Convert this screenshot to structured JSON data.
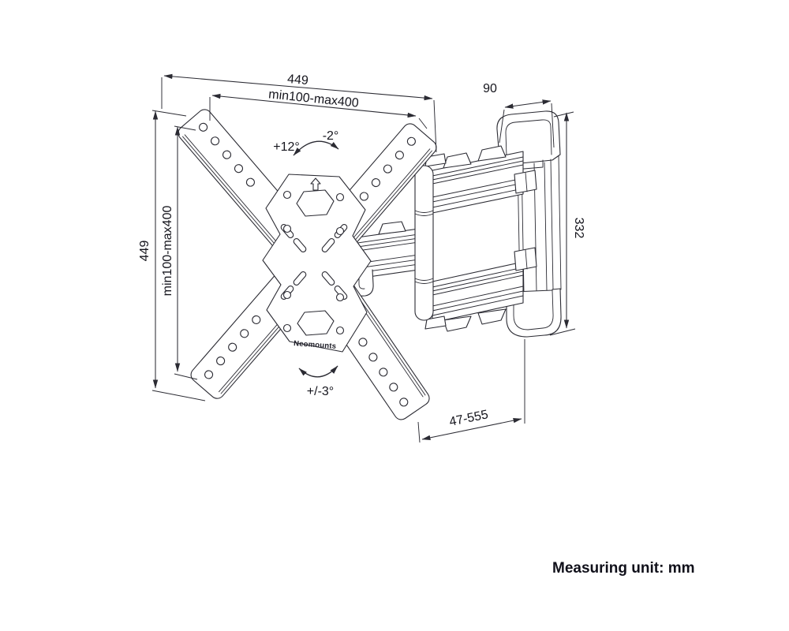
{
  "colors": {
    "background": "#ffffff",
    "line": "#2b2b33",
    "text": "#15151d"
  },
  "diagram": {
    "title_hint": "TV wall mount dimension drawing",
    "brand_label": "Neomounts",
    "dimensions": {
      "top_overall_width": "449",
      "top_vesa_width": "min100-max400",
      "wall_plate_depth": "90",
      "wall_plate_height": "332",
      "left_overall_height": "449",
      "left_vesa_height": "min100-max400",
      "extension_range": "47-555"
    },
    "angles": {
      "tilt": {
        "up": "+12°",
        "down": "-2°"
      },
      "swivel": "+/-3°"
    }
  },
  "footer": {
    "measuring_unit_note": "Measuring unit: mm"
  }
}
